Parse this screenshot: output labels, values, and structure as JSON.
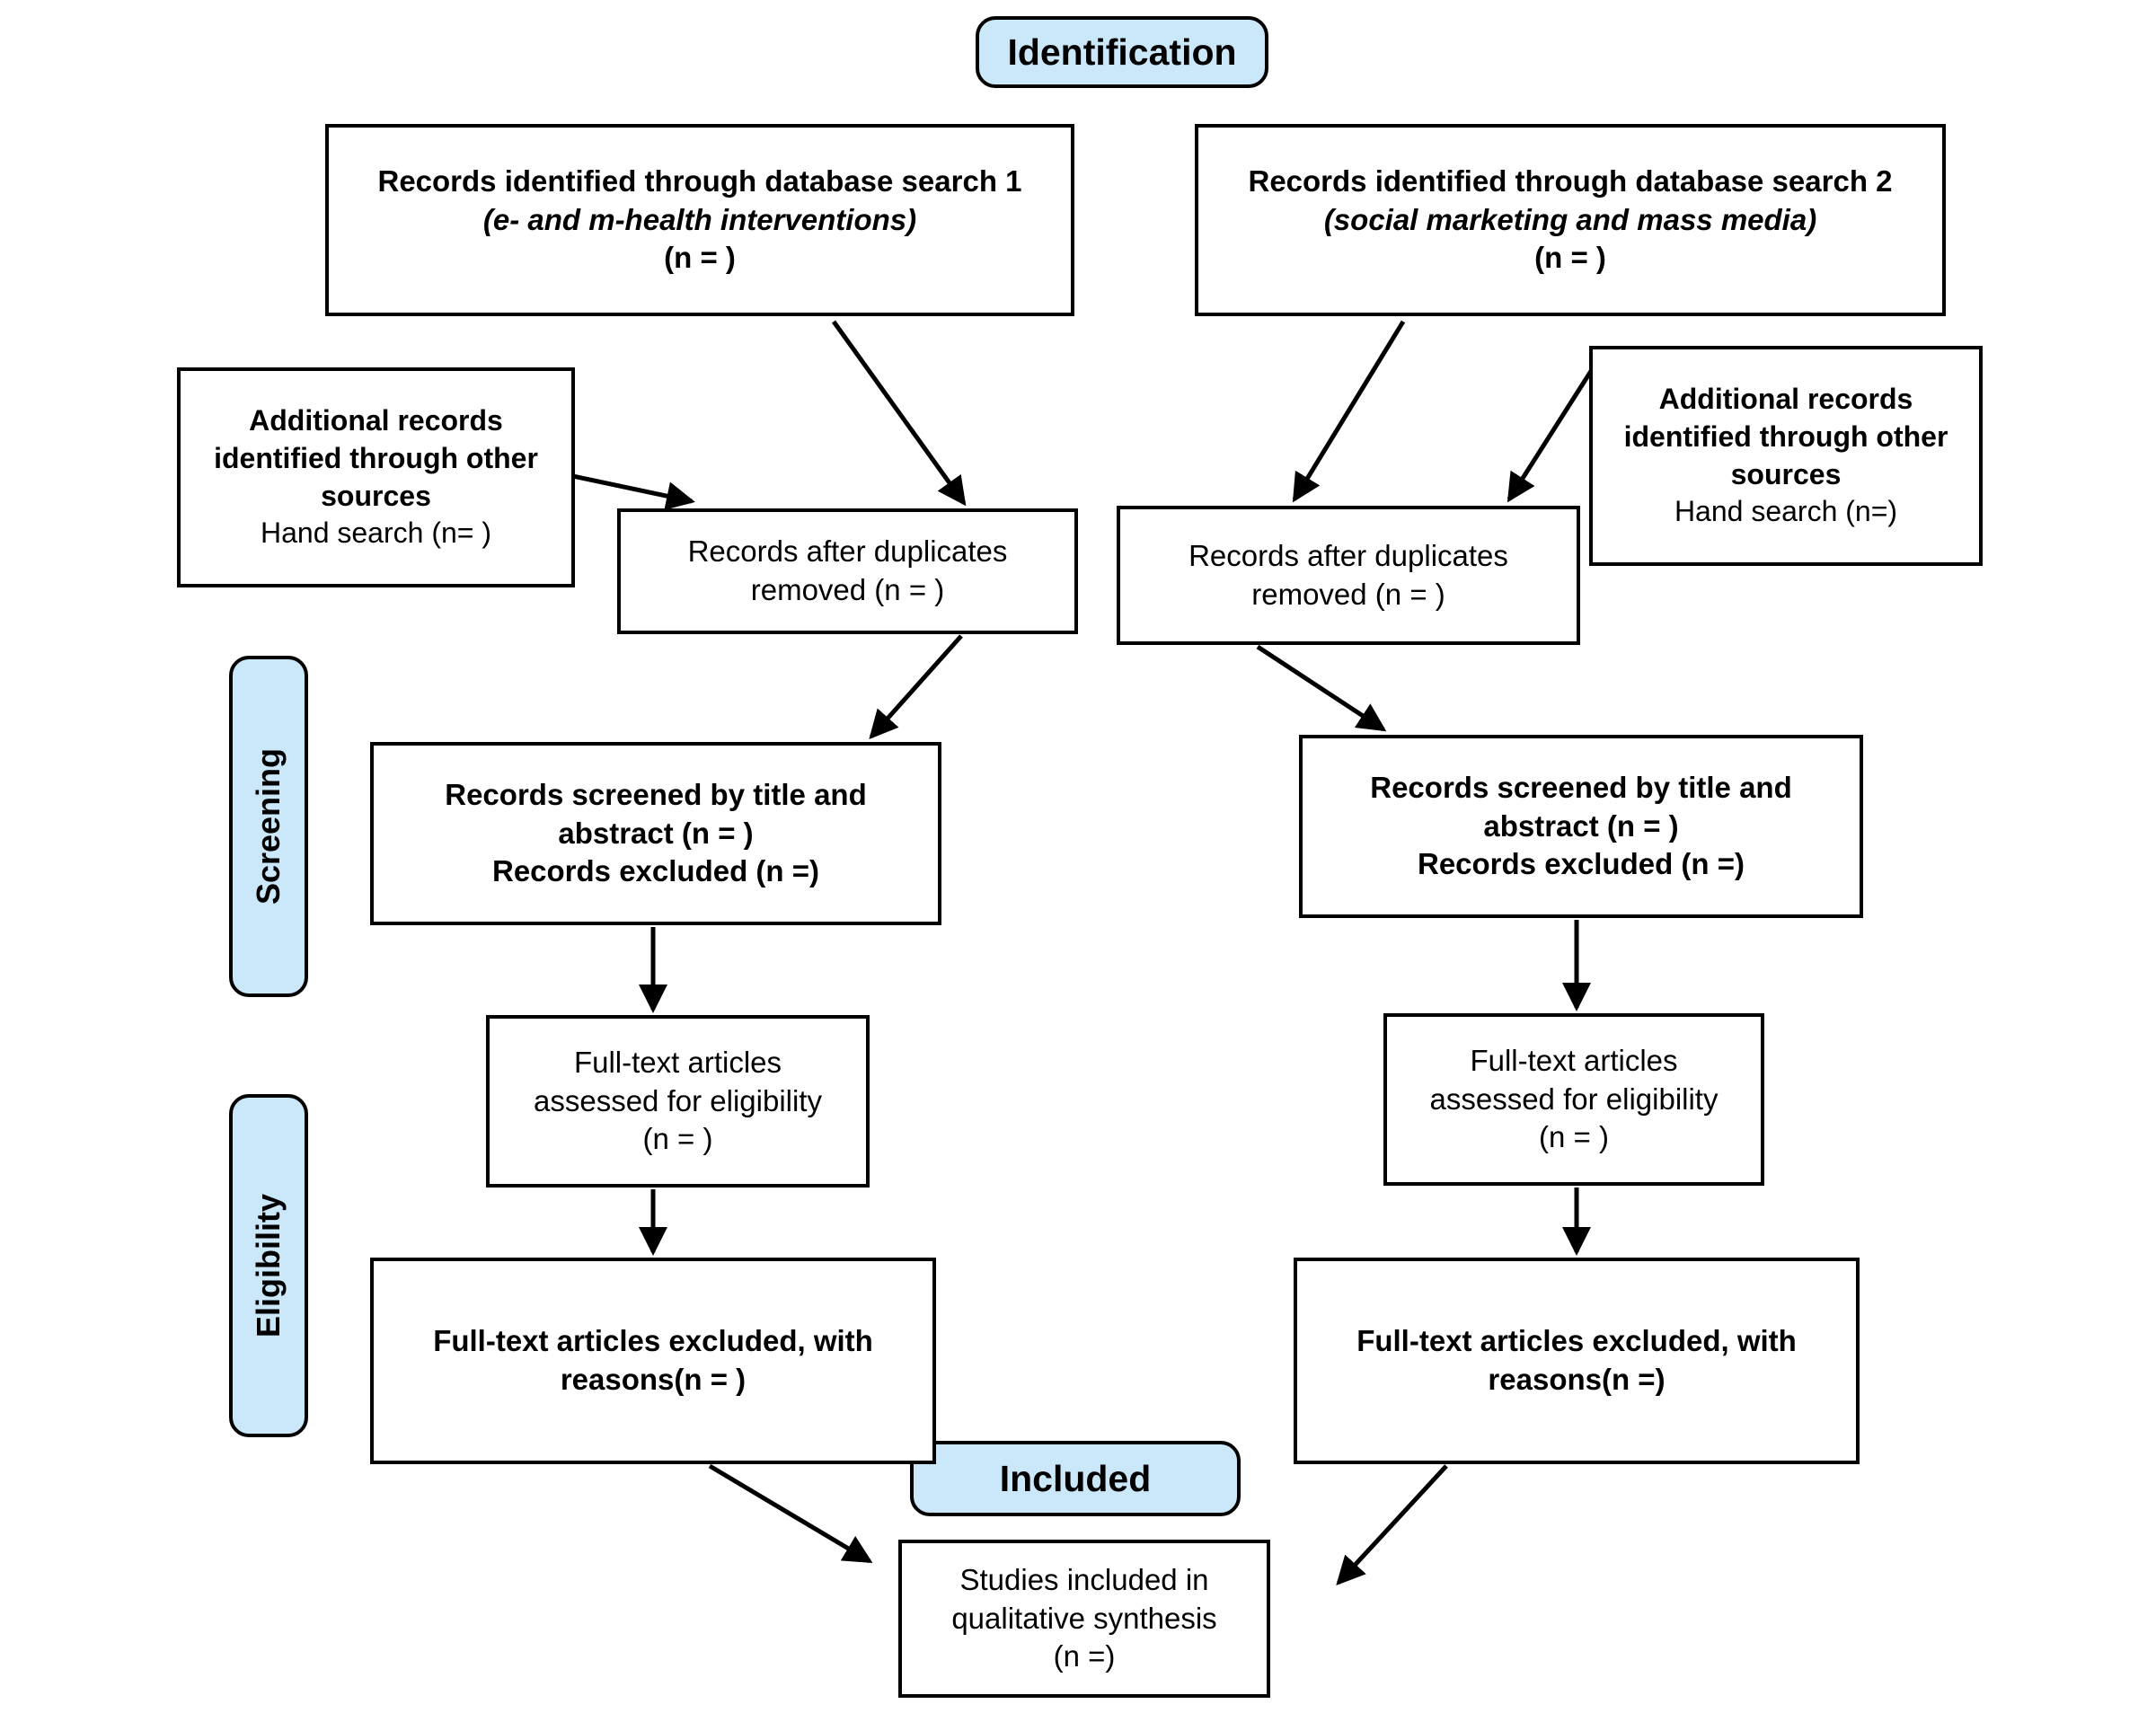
{
  "diagram": {
    "title": "PRISMA flow diagram",
    "accent_color": "#cbe8fb",
    "line_color": "#000000",
    "background_color": "#ffffff"
  },
  "stages": {
    "identification": "Identification",
    "screening": "Screening",
    "eligibility": "Eligibility",
    "included": "Included"
  },
  "nodes": {
    "db_search_1": {
      "line1": "Records identified through database search 1",
      "line2": "(e- and m-health interventions)",
      "line3": "(n = )"
    },
    "db_search_2": {
      "line1": "Records identified through database search 2",
      "line2": "(social marketing and mass media)",
      "line3": "(n = )"
    },
    "additional_left": {
      "line1": "Additional records",
      "line2": "identified through other",
      "line3": "sources",
      "line4": "Hand search (n= )"
    },
    "additional_right": {
      "line1": "Additional records",
      "line2": "identified through other",
      "line3": "sources",
      "line4": "Hand search (n=)"
    },
    "duplicates_left": {
      "line1": "Records after duplicates",
      "line2": "removed (n = )"
    },
    "duplicates_right": {
      "line1": "Records after duplicates",
      "line2": "removed (n = )"
    },
    "screened_left": {
      "line1": "Records screened by title and",
      "line2": "abstract (n = )",
      "line3": "Records excluded (n =)"
    },
    "screened_right": {
      "line1": "Records screened by title and",
      "line2": "abstract (n = )",
      "line3": "Records excluded (n =)"
    },
    "fulltext_left": {
      "line1": "Full-text articles",
      "line2": "assessed for eligibility",
      "line3": "(n =  )"
    },
    "fulltext_right": {
      "line1": "Full-text articles",
      "line2": "assessed for eligibility",
      "line3": "(n = )"
    },
    "excluded_left": {
      "line1": "Full-text articles excluded, with",
      "line2": "reasons(n = )"
    },
    "excluded_right": {
      "line1": "Full-text articles excluded, with",
      "line2": "reasons(n =)"
    },
    "final": {
      "line1": "Studies included in",
      "line2": "qualitative synthesis",
      "line3": "(n =)"
    }
  }
}
